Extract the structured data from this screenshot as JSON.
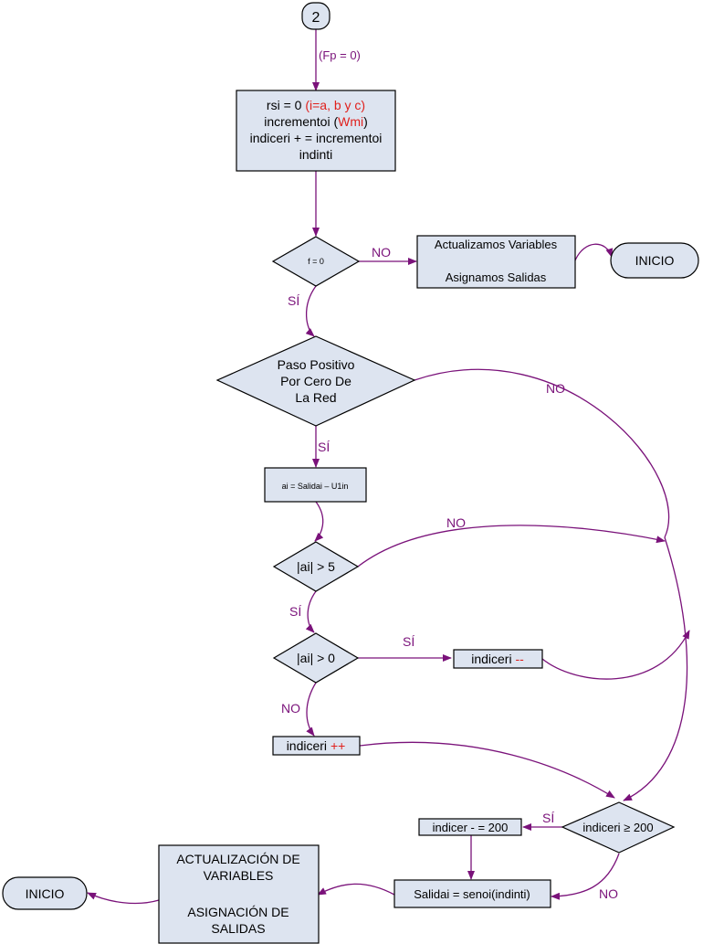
{
  "connector_top": {
    "label": "2"
  },
  "fp_note": "(Fp = 0)",
  "init_box": {
    "line1_a": "rsi = 0 ",
    "line1_b": "(i=a, b y c)",
    "line2_a": "incrementoi (",
    "line2_b": "Wmi",
    "line2_c": ")",
    "line3": "indiceri + = incrementoi",
    "line4": "indinti"
  },
  "decision_f": {
    "label": "f = 0",
    "no": "NO",
    "yes": "SÍ"
  },
  "update_box_1": {
    "line1": "Actualizamos Variables",
    "line2": "Asignamos Salidas"
  },
  "terminal_inicio_1": {
    "label": "INICIO"
  },
  "decision_paso": {
    "line1": "Paso Positivo",
    "line2": "Por Cero De",
    "line3": "La Red",
    "no": "NO",
    "yes": "SÍ"
  },
  "ai_box": {
    "label": "ai = Salidai – U1in"
  },
  "decision_ai_gt5": {
    "label": "|ai| > 5",
    "no": "NO",
    "yes": "SÍ"
  },
  "decision_ai_gt0": {
    "label": "|ai| > 0",
    "yes": "SÍ",
    "no": "NO"
  },
  "dec_box": {
    "label_a": "indiceri ",
    "label_b": "--"
  },
  "inc_box": {
    "label_a": "indiceri ",
    "label_b": "++"
  },
  "decision_200": {
    "label": "indiceri ≥ 200",
    "yes": "SÍ",
    "no": "NO"
  },
  "reset_box": {
    "label": "indicer - = 200"
  },
  "salida_box": {
    "label": "Salidai = senoi(indinti)"
  },
  "update_box_2": {
    "line1": "ACTUALIZACIÓN DE",
    "line2": "VARIABLES",
    "line3": "ASIGNACIÓN DE",
    "line4": "SALIDAS"
  },
  "terminal_inicio_2": {
    "label": "INICIO"
  },
  "colors": {
    "box_fill": "#dde4f0",
    "flow_line": "#7a127a",
    "highlight": "#e0201c",
    "terminal_fill": "#dde4f0"
  }
}
